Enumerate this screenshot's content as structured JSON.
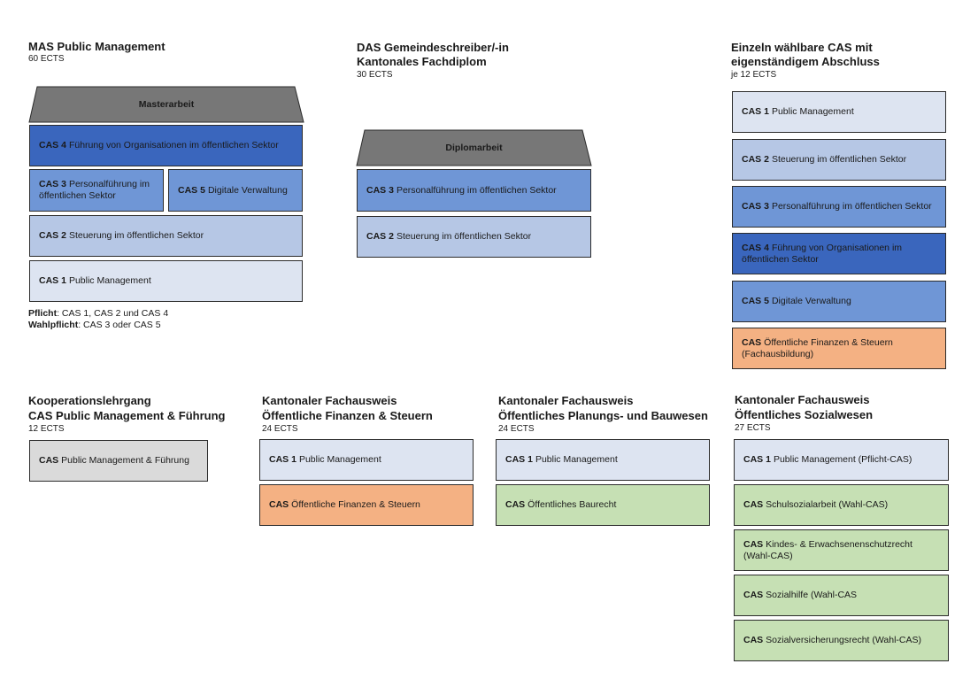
{
  "colors": {
    "cas1": "#dde4f1",
    "cas2": "#b6c7e5",
    "cas3": "#6f96d6",
    "cas4": "#3a66bd",
    "cas5": "#6f96d6",
    "orange": "#f4b183",
    "green": "#c6e0b4",
    "gray": "#dadada",
    "roof": "#777777"
  },
  "mas": {
    "title": "MAS Public Management",
    "ects": "60 ECTS",
    "roof": "Masterarbeit",
    "cas4": {
      "code": "CAS 4",
      "text": "Führung von Organisationen im öffentlichen Sektor"
    },
    "cas3": {
      "code": "CAS 3",
      "text": "Personalführung im öffentlichen Sektor"
    },
    "cas5": {
      "code": "CAS 5",
      "text": "Digitale Verwaltung"
    },
    "cas2": {
      "code": "CAS 2",
      "text": "Steuerung im öffentlichen Sektor"
    },
    "cas1": {
      "code": "CAS 1",
      "text": "Public Management"
    },
    "pflicht_label": "Pflicht",
    "pflicht_text": ": CAS 1, CAS 2 und CAS 4",
    "wahlpflicht_label": "Wahlpflicht",
    "wahlpflicht_text": ": CAS 3 oder CAS 5"
  },
  "das": {
    "title_line1": "DAS Gemeindeschreiber/-in",
    "title_line2": "Kantonales Fachdiplom",
    "ects": "30 ECTS",
    "roof": "Diplomarbeit",
    "cas3": {
      "code": "CAS 3",
      "text": "Personalführung im öffentlichen Sektor"
    },
    "cas2": {
      "code": "CAS 2",
      "text": "Steuerung im öffentlichen Sektor"
    }
  },
  "einzeln": {
    "title_line1": "Einzeln wählbare CAS mit",
    "title_line2": "eigenständigem Abschluss",
    "ects": "je 12 ECTS",
    "items": [
      {
        "code": "CAS 1",
        "text": "Public Management"
      },
      {
        "code": "CAS 2",
        "text": "Steuerung im öffentlichen Sektor"
      },
      {
        "code": "CAS 3",
        "text": "Personalführung im öffentlichen Sektor"
      },
      {
        "code": "CAS 4",
        "text": "Führung von Organisationen im öffentlichen Sektor"
      },
      {
        "code": "CAS 5",
        "text": "Digitale Verwaltung"
      },
      {
        "code": "CAS",
        "text": "Öffentliche Finanzen & Steuern (Fachausbildung)"
      }
    ]
  },
  "koop": {
    "title_line1": "Kooperationslehrgang",
    "title_line2": "CAS Public Management & Führung",
    "ects": "12 ECTS",
    "item": {
      "code": "CAS",
      "text": "Public Management & Führung"
    }
  },
  "finanzen": {
    "title_line1": "Kantonaler Fachausweis",
    "title_line2": "Öffentliche Finanzen & Steuern",
    "ects": "24 ECTS",
    "items": [
      {
        "code": "CAS 1",
        "text": "Public Management"
      },
      {
        "code": "CAS",
        "text": "Öffentliche Finanzen & Steuern"
      }
    ]
  },
  "bau": {
    "title_line1": "Kantonaler Fachausweis",
    "title_line2": "Öffentliches Planungs- und Bauwesen",
    "ects": "24 ECTS",
    "items": [
      {
        "code": "CAS 1",
        "text": "Public Management"
      },
      {
        "code": "CAS",
        "text": "Öffentliches Baurecht"
      }
    ]
  },
  "sozial": {
    "title_line1": "Kantonaler Fachausweis",
    "title_line2": "Öffentliches Sozialwesen",
    "ects": "27 ECTS",
    "items": [
      {
        "code": "CAS 1",
        "text": "Public Management (Pflicht-CAS)"
      },
      {
        "code": "CAS",
        "text": "Schulsozialarbeit (Wahl-CAS)"
      },
      {
        "code": "CAS",
        "text": "Kindes- & Erwachsenenschutzrecht (Wahl-CAS)"
      },
      {
        "code": "CAS",
        "text": "Sozialhilfe (Wahl-CAS"
      },
      {
        "code": "CAS",
        "text": "Sozialversicherungsrecht (Wahl-CAS)"
      }
    ]
  }
}
